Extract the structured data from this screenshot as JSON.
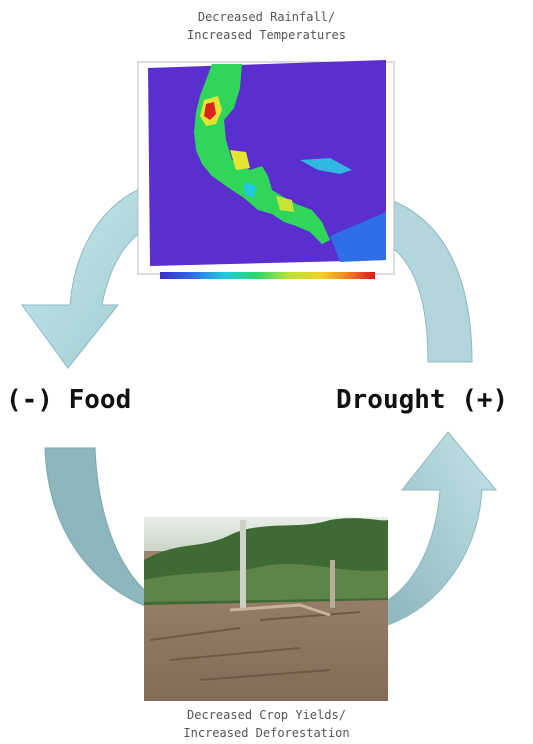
{
  "top_caption": {
    "line1": "Decreased Rainfall/",
    "line2": "Increased Temperatures"
  },
  "bottom_caption": {
    "line1": "Decreased Crop Yields/",
    "line2": "Increased Deforestation"
  },
  "left_node": {
    "label": "(-) Food"
  },
  "right_node": {
    "label": "Drought (+)"
  },
  "map_image": {
    "subject": "climate-anomaly-map-central-america"
  },
  "photo_image": {
    "subject": "cleared-forest-field-photo"
  },
  "colors": {
    "arrow_fill": "#b7dde2",
    "arrow_shadow": "#8fb9bf",
    "map_ocean": "#5b2ecf",
    "map_land_green": "#2fd65a",
    "map_land_yellow": "#e5e531",
    "map_land_red": "#d9241e"
  }
}
